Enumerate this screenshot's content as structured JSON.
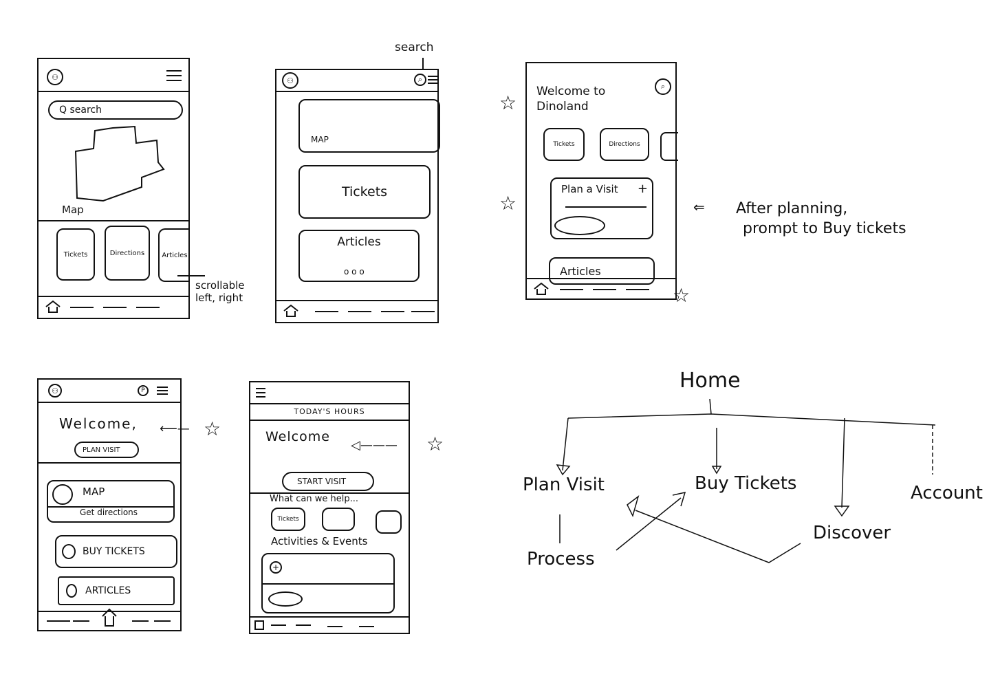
{
  "title": "Dinoland app wireframe sketches",
  "sketches": {
    "s1": {
      "search_placeholder": "Q search",
      "map_label": "Map",
      "cards": [
        "Tickets",
        "Directions",
        "Articles"
      ],
      "annotation": "scrollable left, right"
    },
    "s2": {
      "annotation": "search",
      "map_label": "MAP",
      "tickets_label": "Tickets",
      "articles_label": "Articles",
      "pager": "o o o"
    },
    "s3": {
      "welcome": "Welcome to Dinoland",
      "chips": [
        "Tickets",
        "Directions"
      ],
      "plan_label": "Plan a Visit",
      "plan_plus": "+",
      "articles_label": "Articles",
      "annotation_line1": "After planning,",
      "annotation_line2": "prompt to Buy tickets"
    },
    "s4": {
      "welcome": "Welcome,",
      "plan_button": "PLAN VISIT",
      "map_label": "MAP",
      "directions_label": "Get directions",
      "buy_tickets": "BUY TICKETS",
      "articles": "ARTICLES"
    },
    "s5": {
      "hours": "TODAY'S HOURS",
      "welcome": "Welcome",
      "start_button": "START VISIT",
      "help_heading": "What can we help...",
      "help_chip": "Tickets",
      "activities_heading": "Activities & Events",
      "add_symbol": "+"
    }
  },
  "sitemap": {
    "root": "Home",
    "children": [
      "Plan Visit",
      "Buy Tickets",
      "Discover",
      "Account"
    ],
    "sub": "Process"
  },
  "icons": {
    "star": "☆",
    "hamburger": "menu-icon",
    "profile": "profile-icon",
    "search": "search-icon",
    "home": "home-icon"
  }
}
